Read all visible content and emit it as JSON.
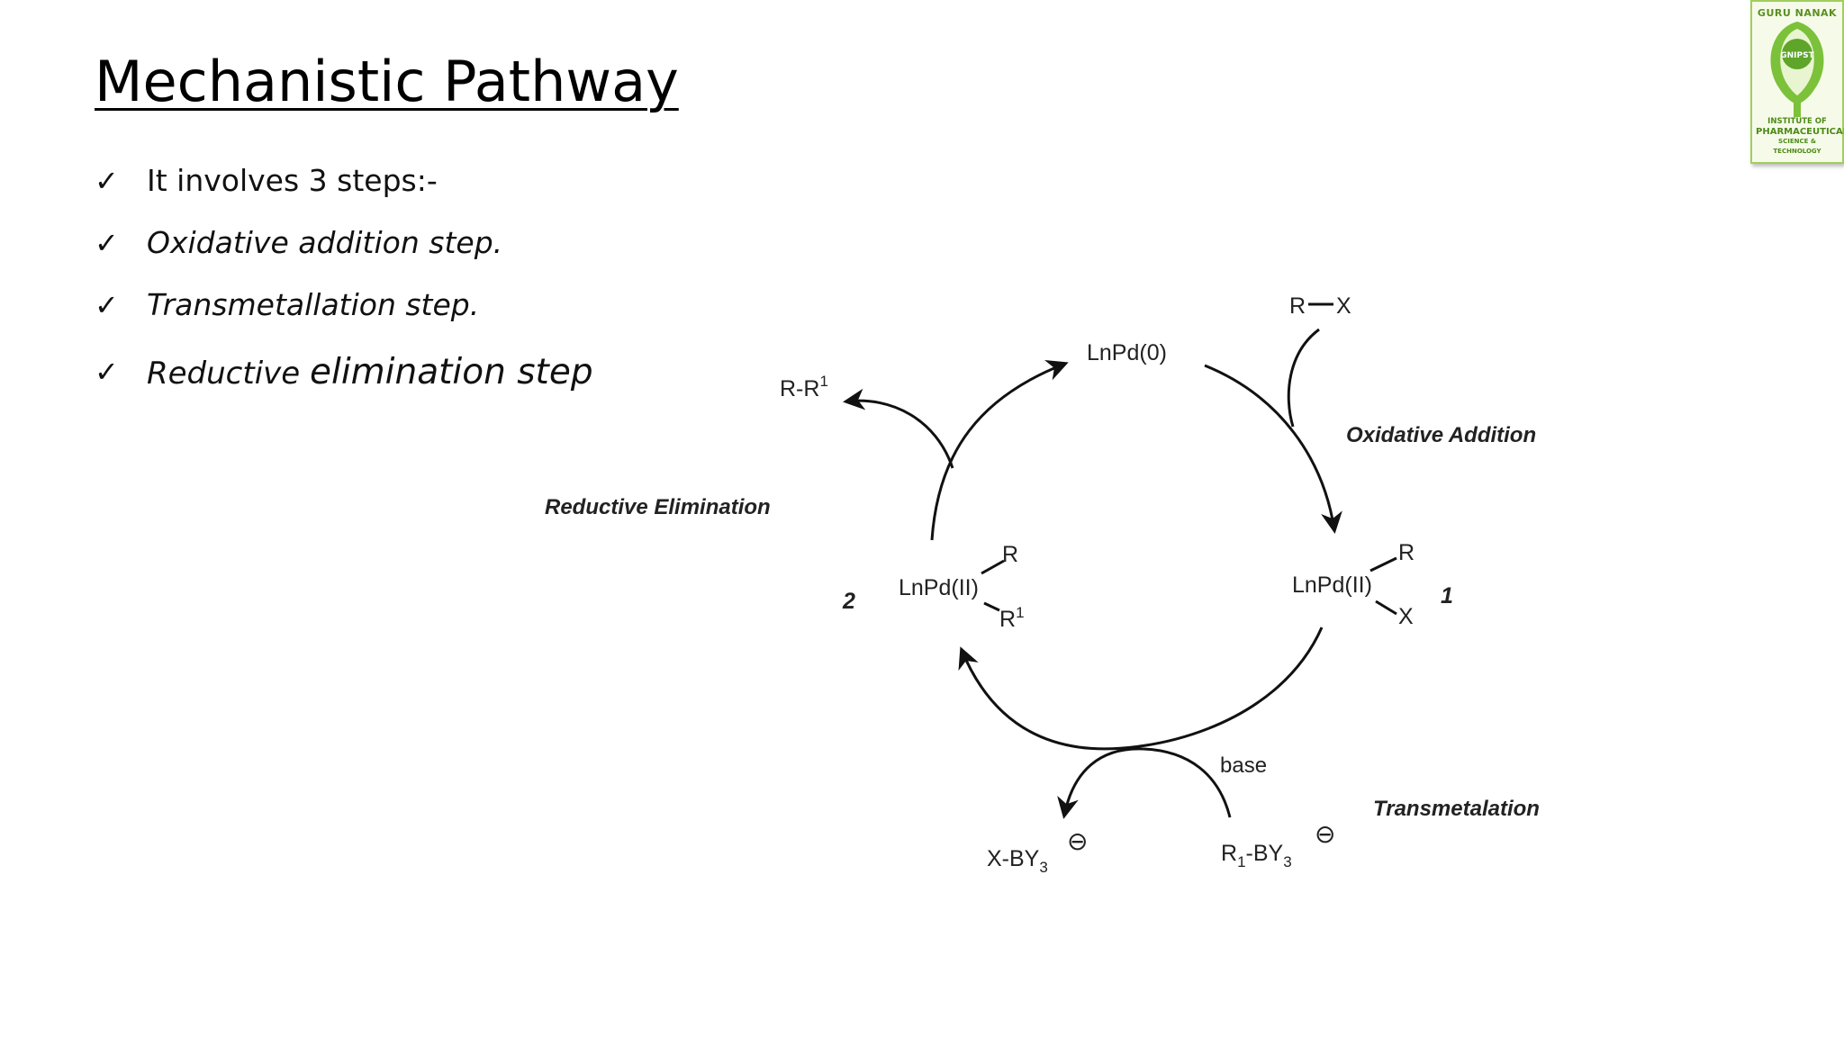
{
  "slide": {
    "title": "Mechanistic Pathway",
    "bullets": [
      {
        "check": "✓",
        "text": "It involves 3 steps:-"
      },
      {
        "check": "✓",
        "text": "Oxidative addition step."
      },
      {
        "check": "✓",
        "text": "Transmetallation step."
      },
      {
        "check": "✓",
        "text_a": "Reductive ",
        "text_b": "elimination step"
      }
    ]
  },
  "logo": {
    "top_text": "GURU NANAK",
    "center_text": "GNIPST",
    "bottom_lines": [
      "INSTITUTE OF",
      "PHARMACEUTICAL",
      "SCIENCE & TECHNOLOGY"
    ]
  },
  "diagram": {
    "catalyst": "LnPd(0)",
    "substrate": {
      "r": "R",
      "x": "X"
    },
    "intermediate_1": {
      "core": "LnPd(II)",
      "r": "R",
      "x": "X",
      "number": "1"
    },
    "intermediate_2": {
      "core": "LnPd(II)",
      "r": "R",
      "r1": "R",
      "r1_sup": "1",
      "number": "2"
    },
    "product": {
      "base": "R-R",
      "sup": "1"
    },
    "boronate": {
      "r": "R",
      "r_sub": "1",
      "rest": "-BY",
      "y_sub": "3",
      "charge": "⊖"
    },
    "byproduct": {
      "base": "X-BY",
      "sub": "3",
      "charge": "⊖"
    },
    "base_label": "base",
    "steps": {
      "oxidative_addition": "Oxidative Addition",
      "transmetalation": "Transmetalation",
      "reductive_elimination": "Reductive Elimination"
    }
  }
}
